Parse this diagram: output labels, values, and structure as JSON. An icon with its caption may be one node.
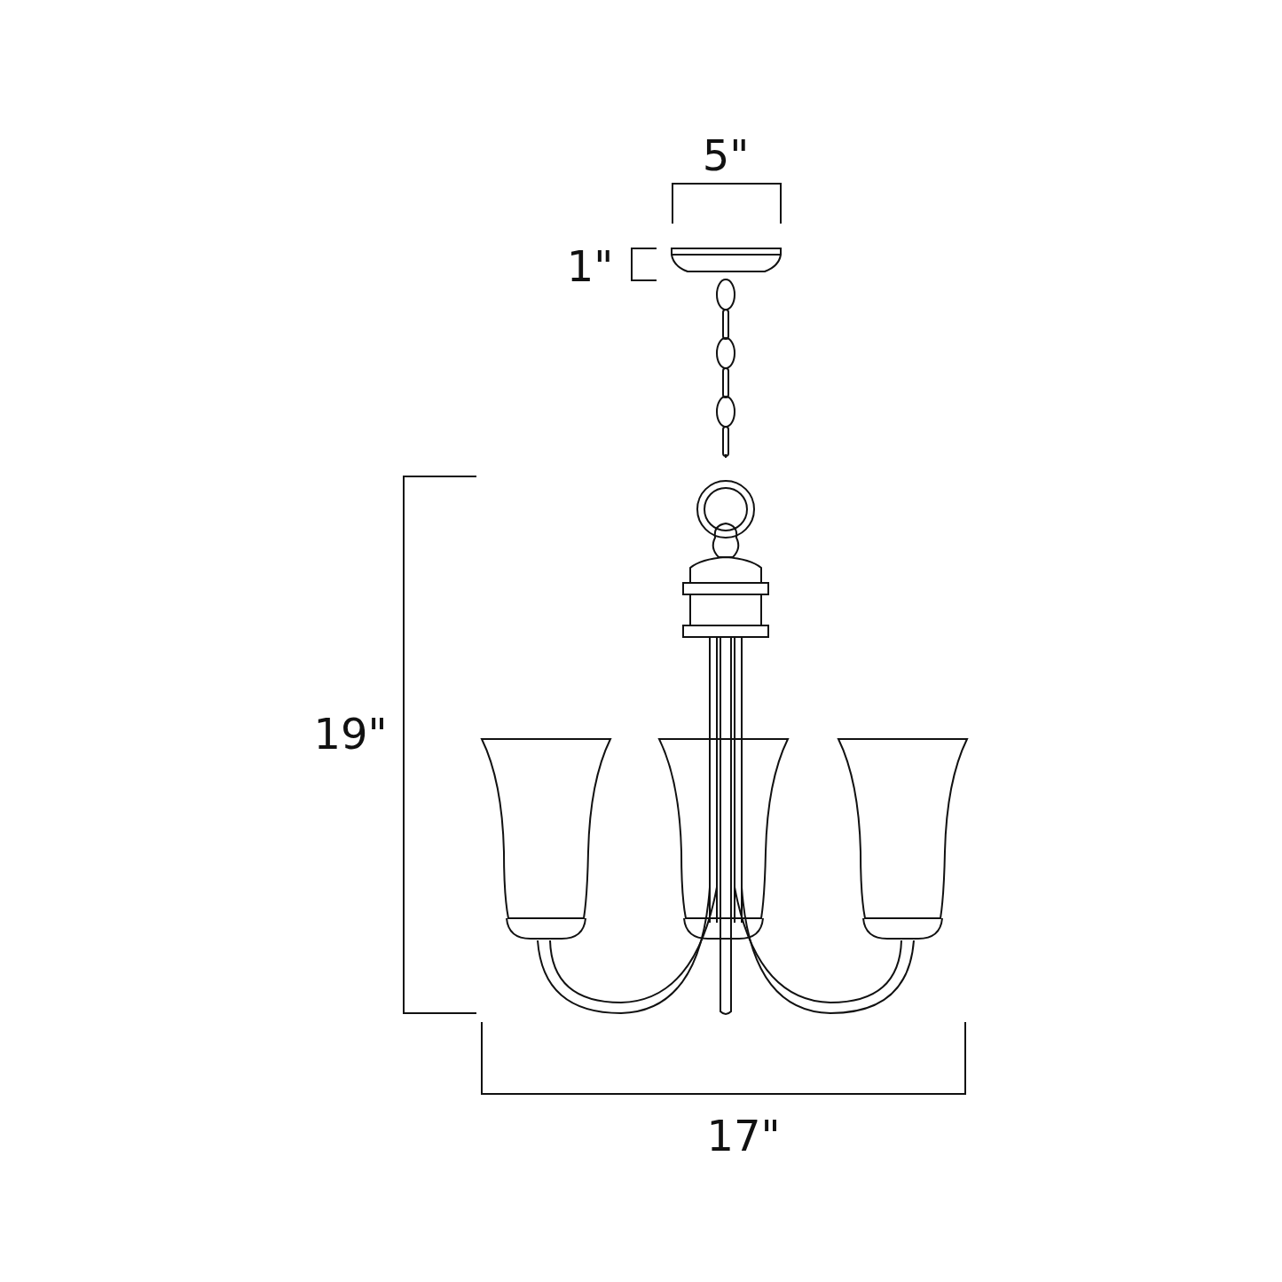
{
  "diagram": {
    "labels": [
      "5\"",
      "1\"",
      "19\"",
      "17\""
    ]
  }
}
